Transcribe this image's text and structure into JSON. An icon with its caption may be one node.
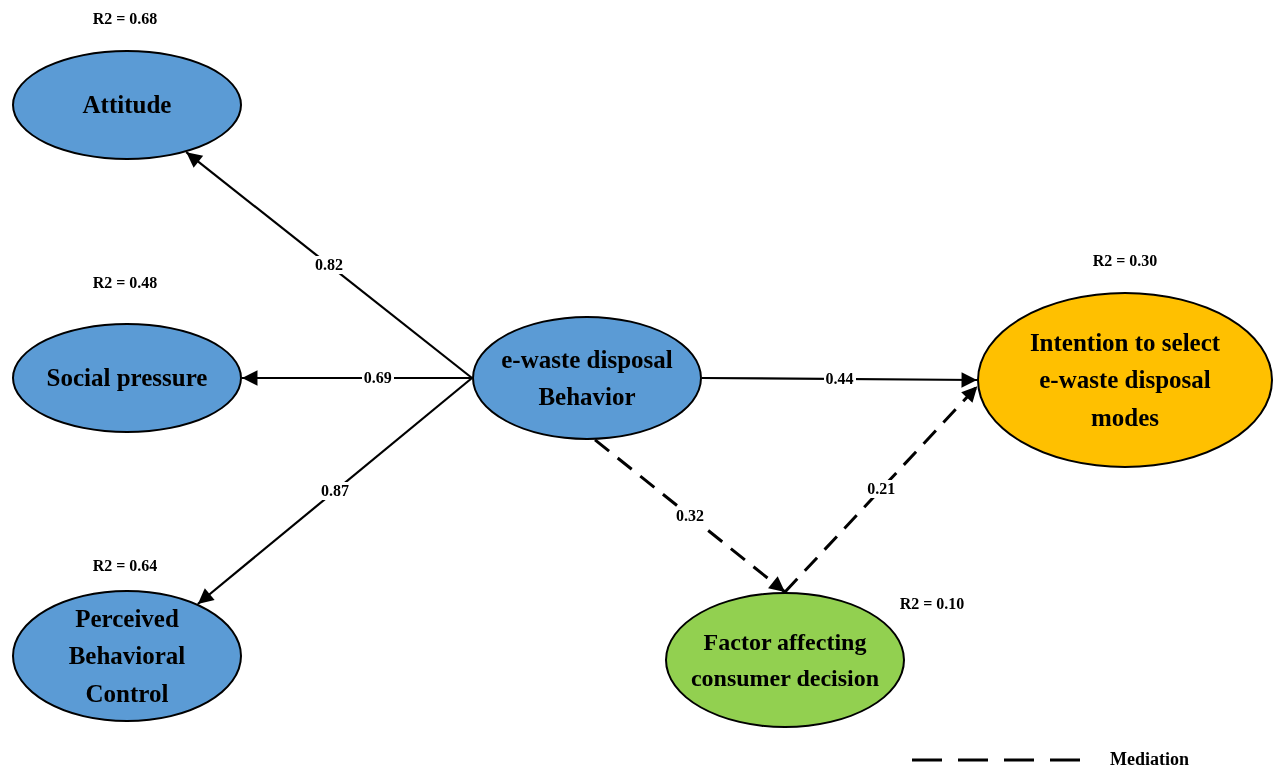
{
  "diagram": {
    "nodes": [
      {
        "text": [
          "Attitude"
        ],
        "beside": [
          "R2 = 0.68"
        ]
      },
      {
        "text": [
          "Social pressure"
        ],
        "beside": [
          "R2 = 0.48"
        ]
      },
      {
        "text": [
          "Perceived Behavioral Control"
        ],
        "beside": [
          "R2 = 0.64"
        ]
      },
      {
        "text": [
          "e-waste disposal Behavior"
        ]
      },
      {
        "text": [
          "Intention to select e-waste disposal modes"
        ],
        "beside": [
          "R2 = 0.30"
        ]
      },
      {
        "text": [
          "Factor affecting consumer decision"
        ],
        "beside": [
          "R2 = 0.10"
        ]
      }
    ],
    "edges": [
      {
        "from": 3,
        "to": 0,
        "arrow": "to",
        "label": "0.82"
      },
      {
        "from": 3,
        "to": 1,
        "arrow": "to",
        "label": "0.69"
      },
      {
        "from": 3,
        "to": 2,
        "arrow": "to",
        "label": "0.87"
      },
      {
        "from": 3,
        "to": 4,
        "arrow": "to",
        "label": "0.44"
      },
      {
        "from": 3,
        "to": 5,
        "arrow": "to",
        "label": "0.32",
        "style": "dashed"
      },
      {
        "from": 5,
        "to": 4,
        "arrow": "to",
        "label": "0.21",
        "style": "dashed"
      }
    ],
    "legend": [
      {
        "text": "Mediation"
      }
    ]
  }
}
